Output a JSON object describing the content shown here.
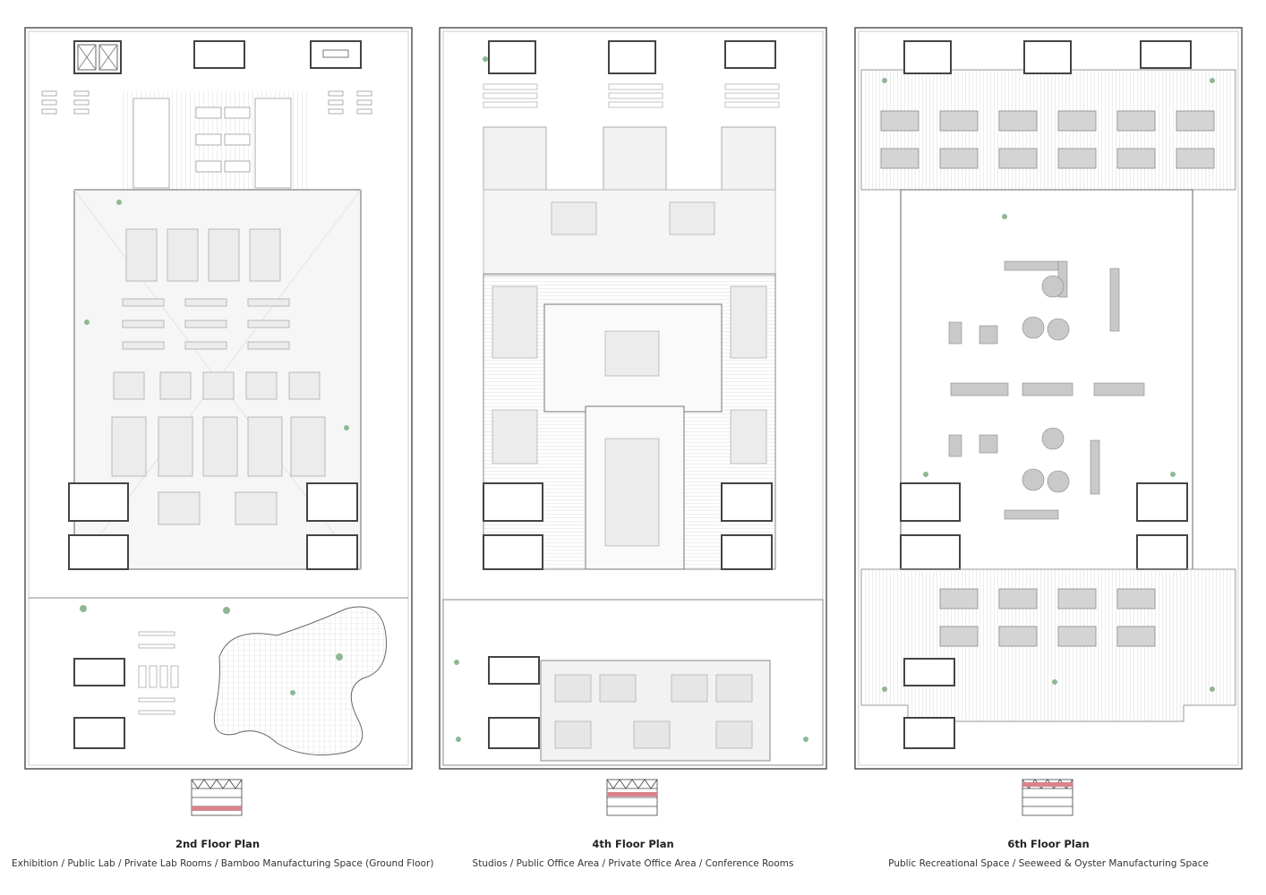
{
  "plans": [
    {
      "title": "2nd Floor Plan",
      "subtitle": "Exhibition / Public Lab / Private Lab Rooms / Bamboo Manufacturing Space (Ground Floor)",
      "highlight_row": 3
    },
    {
      "title": "4th Floor Plan",
      "subtitle": "Studios / Public Office Area / Private Office Area / Conference Rooms",
      "highlight_row": 2
    },
    {
      "title": "6th Floor Plan",
      "subtitle": "Public Recreational Space / Seeweed & Oyster Manufacturing Space",
      "highlight_row": 1
    }
  ],
  "colors": {
    "line": "#555555",
    "hatch": "#d9d9d9",
    "fill_light": "#f4f4f4",
    "furniture": "#bdbdbd",
    "plants": "#7fae86",
    "key_highlight": "#d9838a"
  }
}
